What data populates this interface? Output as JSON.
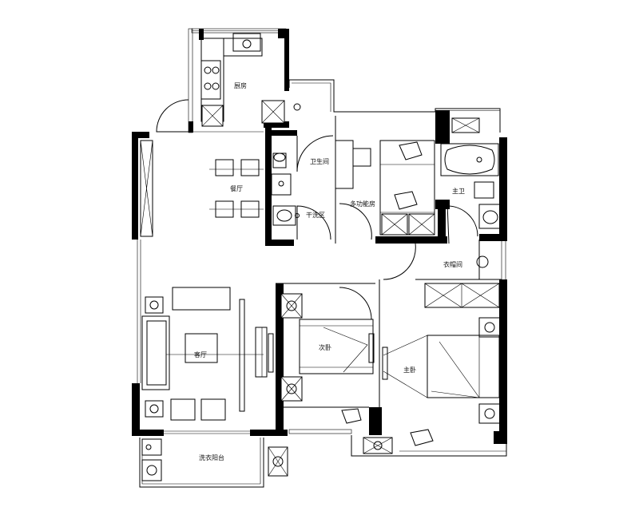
{
  "rooms": {
    "kitchen": "厨房",
    "dining": "餐厅",
    "bathroom": "卫生间",
    "dry_area": "干洗区",
    "multi_room": "多功能房",
    "master_bath": "主卫",
    "closet": "衣帽间",
    "living": "客厅",
    "second_bedroom": "次卧",
    "master_bedroom": "主卧",
    "laundry_balcony": "洗衣阳台"
  }
}
